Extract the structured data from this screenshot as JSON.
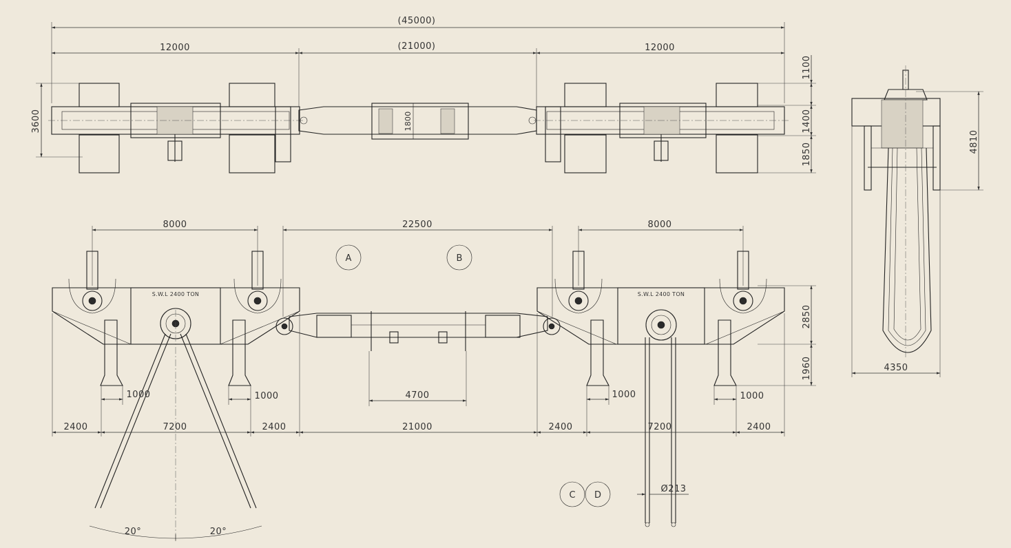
{
  "plan_view": {
    "overall_length": "(45000)",
    "left_crane_length": "12000",
    "centre_span": "(21000)",
    "right_crane_length": "12000",
    "width_left": "3600",
    "beam_depth": "1800",
    "height_top": "1100",
    "height_mid": "1400",
    "height_bottom": "1850"
  },
  "side_view": {
    "left_span": "8000",
    "centre_span": "22500",
    "right_span": "8000",
    "height_upper": "2850",
    "height_lower": "1960",
    "left_foot": "1000",
    "left_inner_foot": "1000",
    "right_foot": "1000",
    "right_inner_foot": "1000",
    "lug_spacing": "4700",
    "left_label": "S.W.L 2400 TON",
    "right_label": "S.W.L 2400 TON",
    "bottom": [
      "2400",
      "7200",
      "2400",
      "21000",
      "2400",
      "7200",
      "2400"
    ],
    "angle_left": "20°",
    "angle_right": "20°",
    "diameter": "Ø213"
  },
  "end_view": {
    "height": "4810",
    "width": "4350"
  },
  "callouts": [
    "A",
    "B",
    "C",
    "D"
  ]
}
